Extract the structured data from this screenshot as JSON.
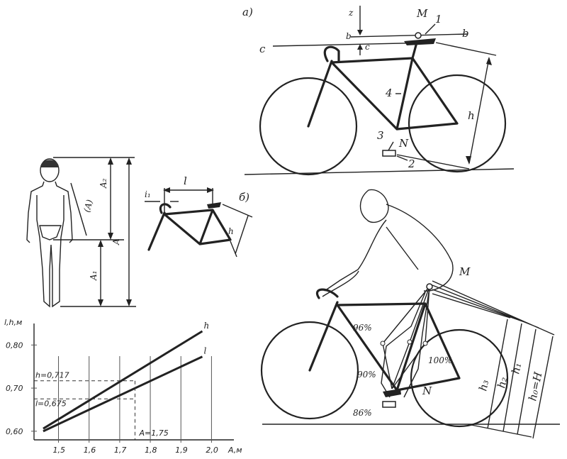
{
  "panel_a": {
    "marker": "а)",
    "labels": {
      "z": "z",
      "M": "M",
      "n1": "1",
      "b_left": "b",
      "c_right": "c",
      "b_right": "b",
      "c_left": "c",
      "n4": "4",
      "n3": "3",
      "N": "N",
      "n2": "2",
      "h": "h"
    }
  },
  "panel_b": {
    "marker": "б)",
    "labels": {
      "M": "M",
      "N": "N",
      "p96": "96%",
      "p100": "100%",
      "p90": "90%",
      "p86": "86%",
      "h3": "h₃",
      "h2": "h₂",
      "h1": "h₁",
      "h0": "h₀=H"
    }
  },
  "figure": {
    "labels": {
      "A2": "A₂",
      "A1": "A₁",
      "A_mid": "A",
      "A_vert": "(A)"
    }
  },
  "frame": {
    "labels": {
      "l": "l",
      "i1": "i₁",
      "h": "h"
    }
  },
  "chart_data": {
    "type": "line",
    "ylabel": "l,h,м",
    "xlabel": "A,м",
    "xlim": [
      1.42,
      2.05
    ],
    "ylim": [
      0.58,
      0.84
    ],
    "x_ticks": [
      "1,5",
      "1,6",
      "1,7",
      "1,8",
      "1,9",
      "2,0"
    ],
    "x_tick_values": [
      1.5,
      1.6,
      1.7,
      1.8,
      1.9,
      2.0
    ],
    "y_ticks": [
      "0,60",
      "0,70",
      "0,80"
    ],
    "y_tick_values": [
      0.6,
      0.7,
      0.8
    ],
    "series": [
      {
        "name": "h",
        "x": [
          1.45,
          1.97
        ],
        "values": [
          0.606,
          0.832
        ]
      },
      {
        "name": "l",
        "x": [
          1.45,
          1.97
        ],
        "values": [
          0.6,
          0.773
        ]
      }
    ],
    "annotations": {
      "h_value": "h=0,717",
      "l_value": "l=0,675",
      "a_value": "A=1,75"
    },
    "guide": {
      "x": 1.75,
      "h": 0.717,
      "l": 0.675
    }
  }
}
